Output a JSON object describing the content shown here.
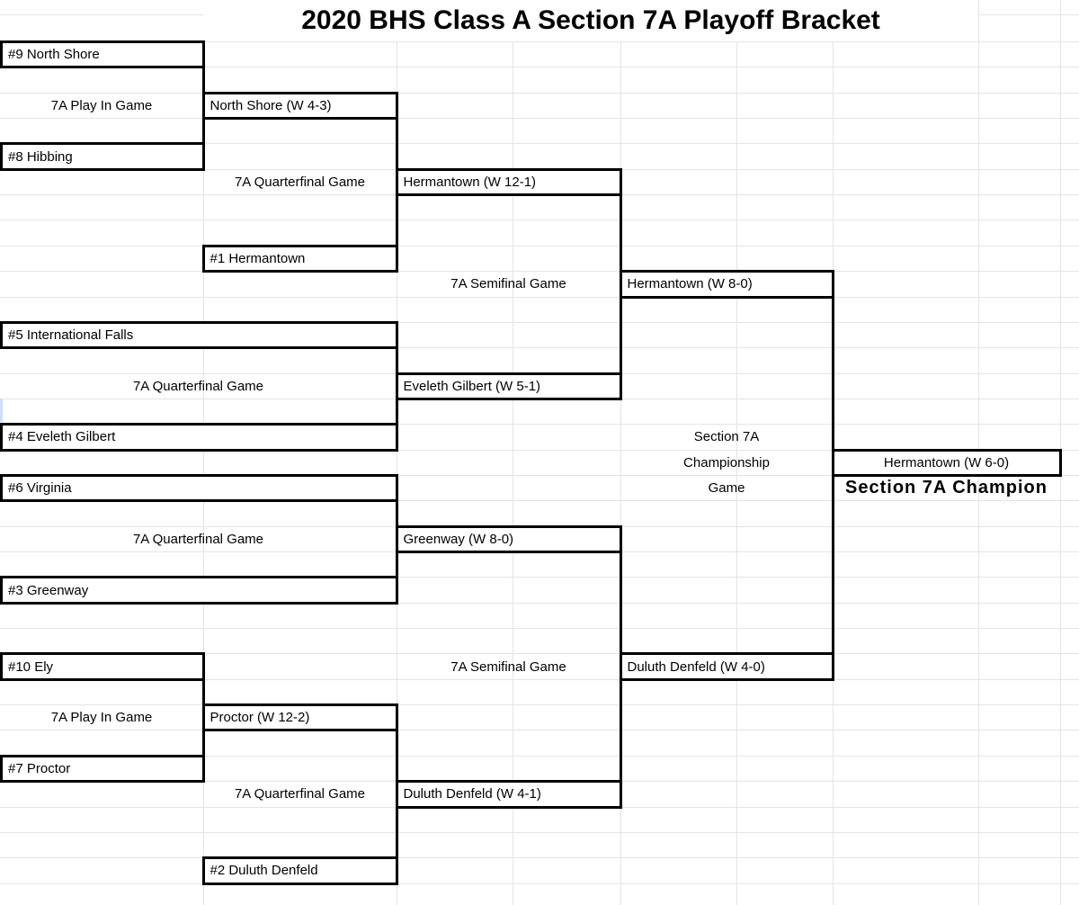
{
  "title": "2020 BHS Class A Section 7A Playoff Bracket",
  "colors": {
    "background": "#ffffff",
    "grid_line": "#e4e4e4",
    "bracket_line": "#000000",
    "text": "#000000"
  },
  "bracket": {
    "teams": {
      "seed1": "#1 Hermantown",
      "seed2": "#2 Duluth Denfeld",
      "seed3": "#3 Greenway",
      "seed4": "#4 Eveleth Gilbert",
      "seed5": "#5 International Falls",
      "seed6": "#6 Virginia",
      "seed7": "#7 Proctor",
      "seed8": "#8 Hibbing",
      "seed9": "#9 North Shore",
      "seed10": "#10 Ely"
    },
    "results": {
      "play_in_top": "North Shore (W 4-3)",
      "quarterfinal_1": "Hermantown (W 12-1)",
      "quarterfinal_2": "Eveleth Gilbert (W 5-1)",
      "quarterfinal_3": "Greenway (W 8-0)",
      "quarterfinal_4": "Duluth Denfeld (W 4-1)",
      "semifinal_top": "Hermantown (W 8-0)",
      "semifinal_bottom": "Duluth Denfeld (W 4-0)",
      "play_in_bottom": "Proctor (W 12-2)",
      "championship": "Hermantown (W 6-0)"
    },
    "labels": {
      "play_in": "7A Play In Game",
      "quarterfinal": "7A Quarterfinal Game",
      "semifinal": "7A Semifinal Game",
      "championship_line1": "Section 7A",
      "championship_line2": "Championship",
      "championship_line3": "Game",
      "champion": "Section 7A Champion"
    }
  }
}
